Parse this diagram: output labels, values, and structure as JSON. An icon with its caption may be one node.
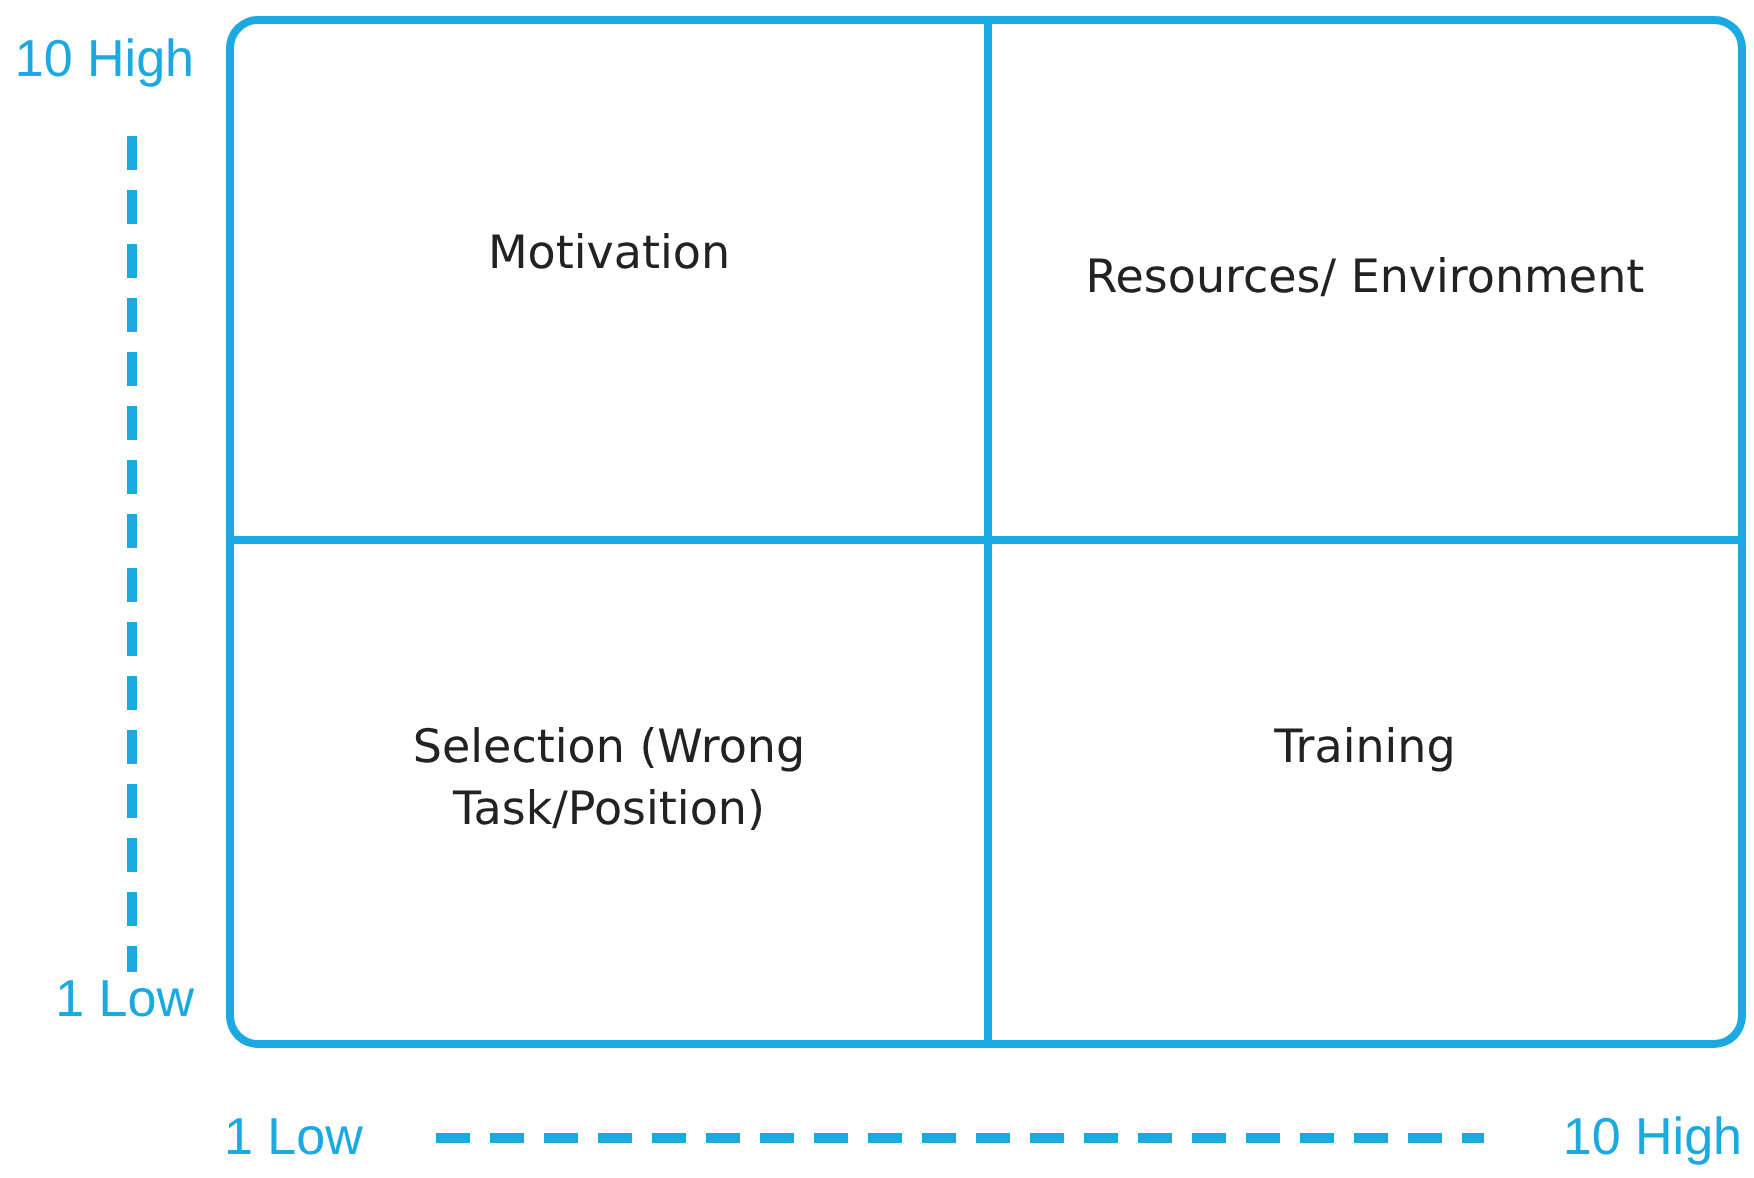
{
  "diagram": {
    "nodes": [
      {
        "text": [
          "Motivation"
        ]
      },
      {
        "text": [
          "Resources/ Environment"
        ]
      },
      {
        "text": [
          "Selection (Wrong Task/Position)"
        ]
      },
      {
        "text": [
          "Training"
        ]
      }
    ],
    "labels": [
      "10 High",
      "1 Low",
      "1 Low",
      "10 High"
    ]
  }
}
